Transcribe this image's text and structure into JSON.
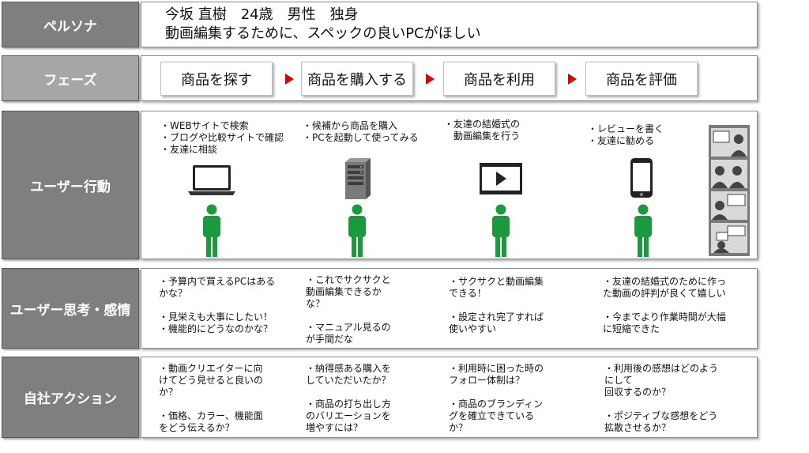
{
  "labels": {
    "persona": "ペルソナ",
    "phase": "フェーズ",
    "action": "ユーザー行動",
    "thought": "ユーザー思考・感情",
    "company": "自社アクション"
  },
  "persona": {
    "line1": "今坂 直樹　24歳　男性　独身",
    "line2": "動画編集するために、スペックの良いPCがほしい"
  },
  "phases": [
    "商品を探す",
    "商品を購入する",
    "商品を利用",
    "商品を評価"
  ],
  "actions": [
    "・WEBサイトで検索\n・ブログや比較サイトで確認\n・友達に相談",
    "・候補から商品を購入\n・PCを起動して使ってみる",
    "・友達の結婚式の\n　動画編集を行う",
    "・レビューを書く\n・友達に勧める"
  ],
  "thoughts": [
    "・予算内で買えるPCはある\nかな？\n\n・見栄えも大事にしたい！\n・機能的にどうなのかな？",
    "・これでサクサクと\n動画編集できるか\nな？\n\n・マニュアル見るの\nが手間だな",
    "・サクサクと動画編集\nできる！\n\n・設定され完了すれば\n使いやすい",
    "・友達の結婚式のために作っ\nた動画の評判が良くて嬉しい\n\n・今までより作業時間が大幅\nに短縮できた"
  ],
  "company": [
    "・動画クリエイターに向\nけてどう見せると良いの\nか？\n\n・価格、カラー、機能面\nをどう伝えるか？",
    "・納得感ある購入を\nしていただいたか？\n\n・商品の打ち出し方\nのバリエーションを\n増やすには？",
    "・利用時に困った時の\nフォロー体制は？\n\n・商品のブランディン\nグを確立できている\nか？",
    "・利用後の感想はどのよう\nにして\n回収するのか？\n\n・ポジティブな感想をどう\n拡散させるか？"
  ],
  "icons": [
    "laptop-icon",
    "server-icon",
    "video-player-icon",
    "smartphone-icon",
    "comic-review-icon",
    "person-icon"
  ],
  "colors": {
    "label_bg": "#7f7f7f",
    "arrow": "#e00000",
    "person": "#1a9a3c"
  }
}
